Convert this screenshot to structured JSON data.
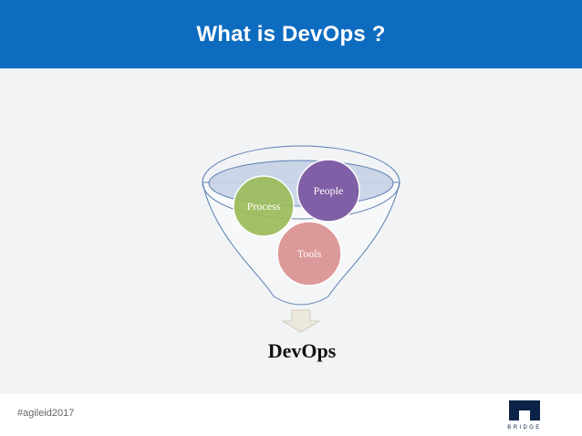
{
  "slide": {
    "title": "What is DevOps ?",
    "hashtag": "#agileid2017"
  },
  "diagram": {
    "inputs": [
      {
        "label": "Process",
        "color": "#9bbb59"
      },
      {
        "label": "People",
        "color": "#7f5fa5"
      },
      {
        "label": "Tools",
        "color": "#d99594"
      }
    ],
    "result": "DevOps"
  },
  "logo": {
    "text": "BRIDGE",
    "color": "#0b2346"
  },
  "colors": {
    "header": "#0e6cc0",
    "funnel_stroke": "#5b7fb3",
    "funnel_top_fill": "#c5d2e6",
    "arrow_fill": "#ece9dc"
  }
}
